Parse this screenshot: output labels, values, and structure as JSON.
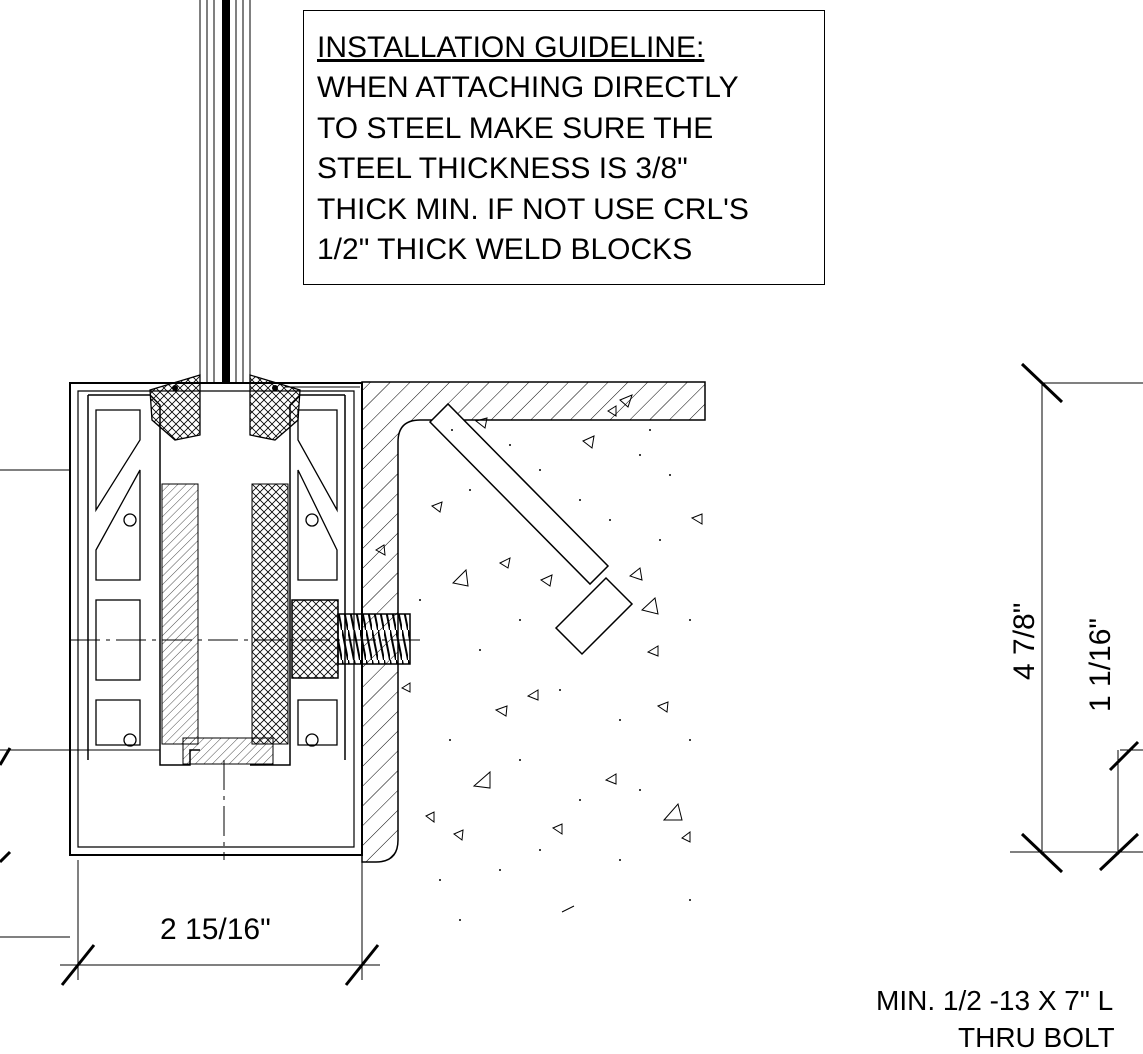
{
  "note": {
    "title": "INSTALLATION GUIDELINE:",
    "lines": [
      "WHEN ATTACHING DIRECTLY",
      "TO STEEL MAKE SURE THE",
      "STEEL THICKNESS IS 3/8\"",
      "THICK MIN. IF NOT USE CRL'S",
      "1/2\" THICK WELD BLOCKS"
    ]
  },
  "dimensions": {
    "base_width": "2 15/16\"",
    "height_total": "4 7/8\"",
    "height_partial": "1 1/16\""
  },
  "callout": {
    "line1": "MIN. 1/2 -13 X 7\" L",
    "line2": "THRU BOLT"
  }
}
